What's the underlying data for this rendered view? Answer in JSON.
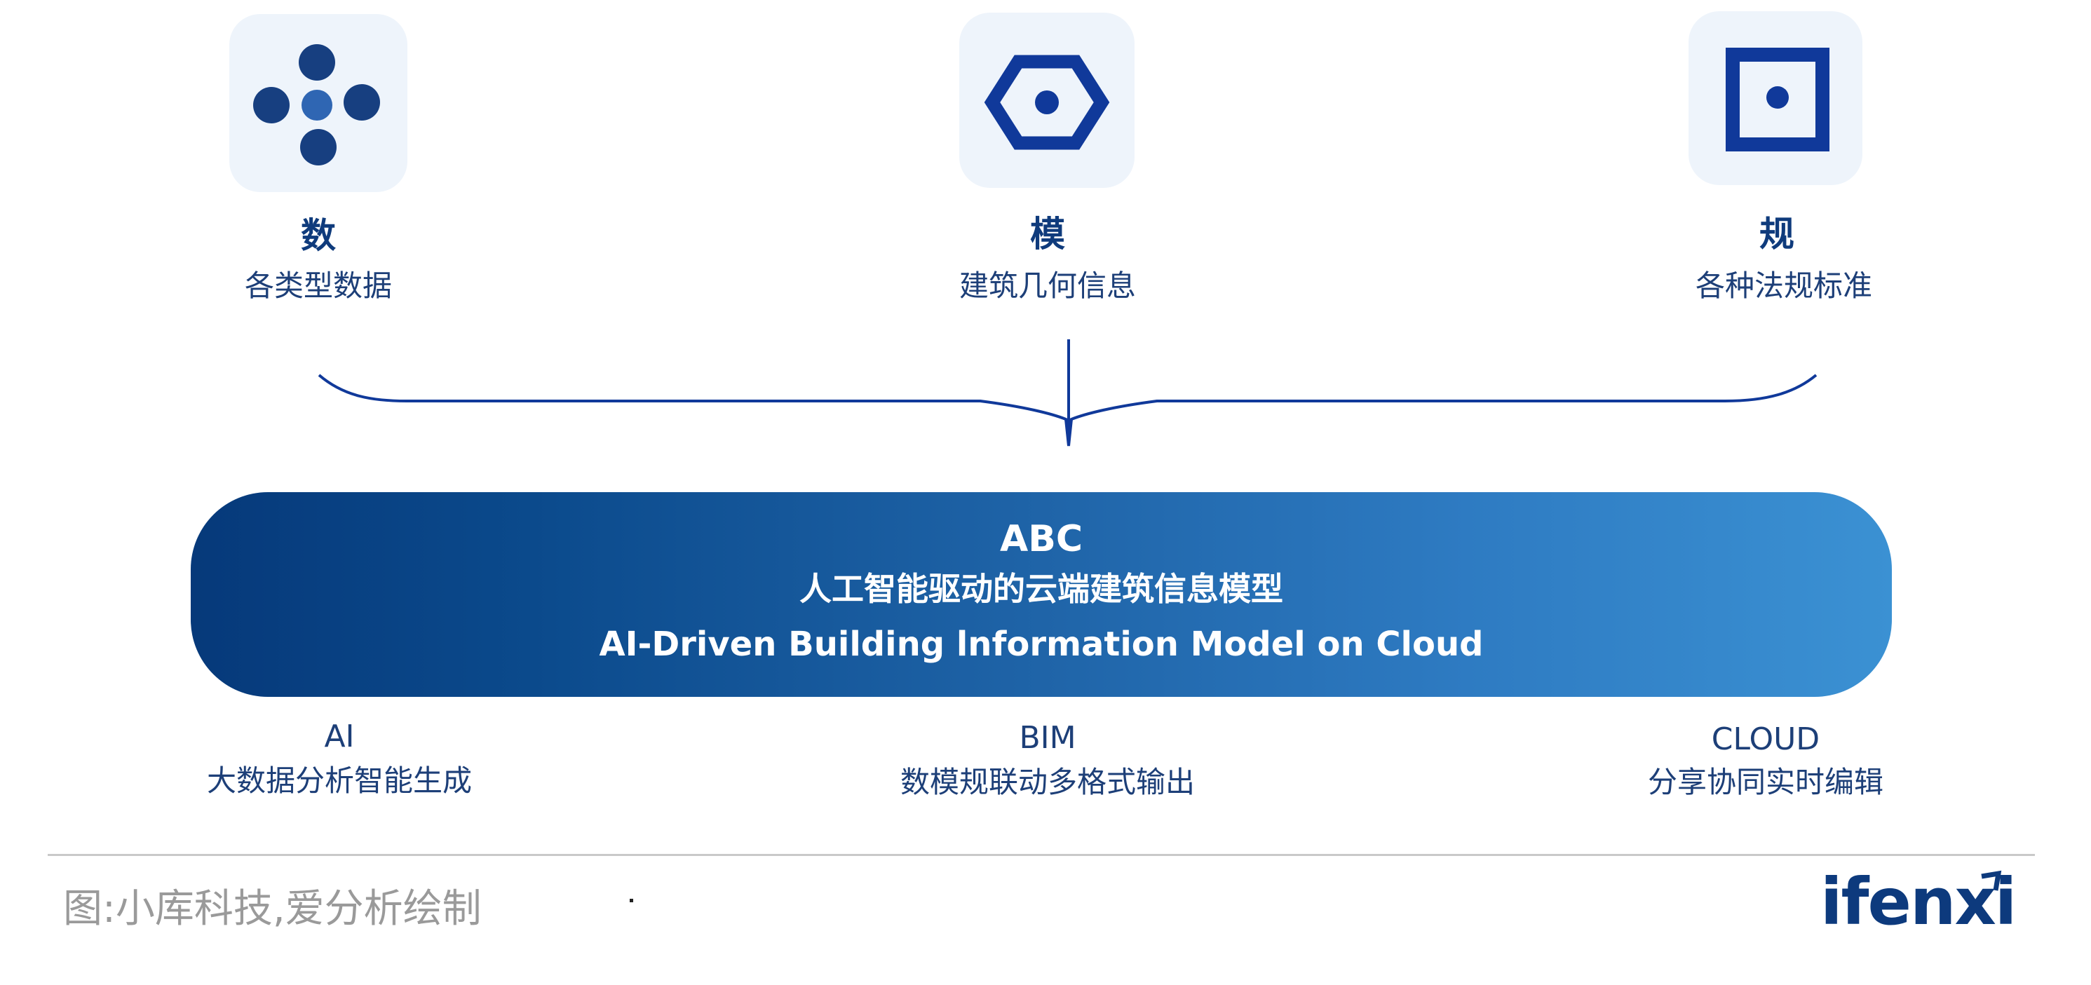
{
  "pillars": [
    {
      "title": "数",
      "subtitle": "各类型数据",
      "icon": "dots-cluster-icon"
    },
    {
      "title": "模",
      "subtitle": "建筑几何信息",
      "icon": "hexagon-icon"
    },
    {
      "title": "规",
      "subtitle": "各种法规标准",
      "icon": "square-frame-icon"
    }
  ],
  "banner": {
    "name": "ABC",
    "chinese_title": "人工智能驱动的云端建筑信息模型",
    "english_title": "AI-Driven Building lnformation Model on Cloud"
  },
  "features": [
    {
      "code": "AI",
      "description": "大数据分析智能生成"
    },
    {
      "code": "BIM",
      "description": "数模规联动多格式输出"
    },
    {
      "code": "CLOUD",
      "description": "分享协同实时编辑"
    }
  ],
  "footer": {
    "source": "图:小库科技,爱分析绘制",
    "logo": "ifenxi"
  },
  "colors": {
    "primary_navy": "#0f3b7c",
    "icon_blue": "#10399a",
    "icon_background": "#eef4fb",
    "gradient_start": "#06397a",
    "gradient_end": "#3b91d3",
    "footer_gray": "#9a9a9a"
  }
}
